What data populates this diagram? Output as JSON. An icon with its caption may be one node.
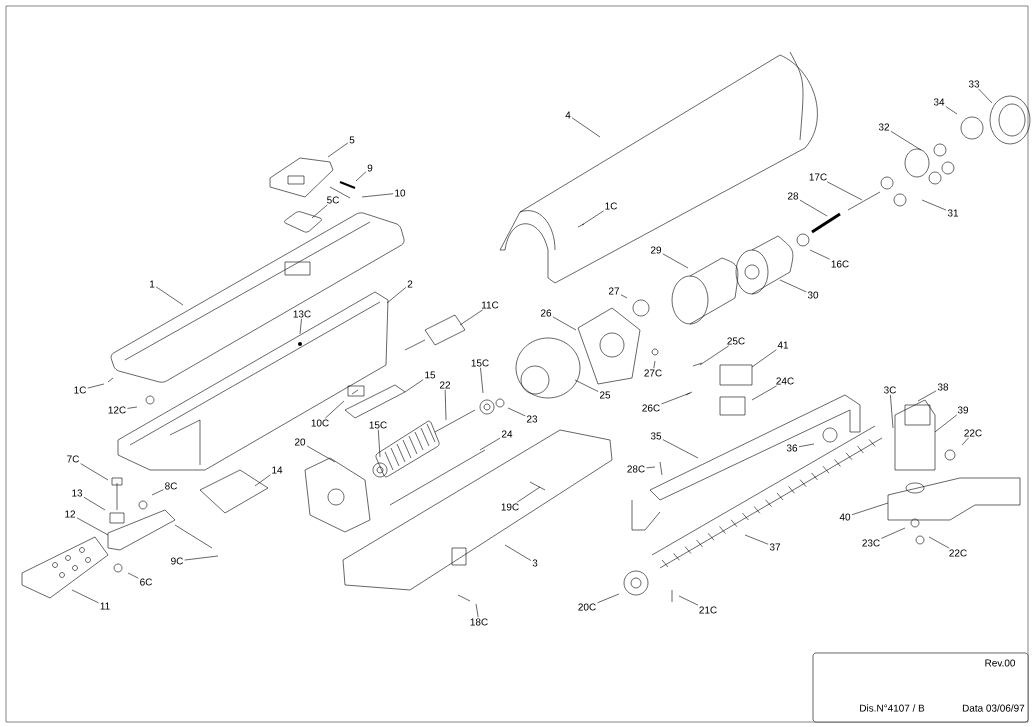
{
  "diagram": {
    "nodes": [
      {
        "text": [
          "33"
        ]
      },
      {
        "text": [
          "34"
        ]
      },
      {
        "text": [
          "4"
        ]
      },
      {
        "text": [
          "32"
        ]
      },
      {
        "text": [
          "5"
        ]
      },
      {
        "text": [
          "9"
        ]
      },
      {
        "text": [
          "17C"
        ]
      },
      {
        "text": [
          "10"
        ]
      },
      {
        "text": [
          "28"
        ]
      },
      {
        "text": [
          "5C"
        ]
      },
      {
        "text": [
          "1C"
        ]
      },
      {
        "text": [
          "31"
        ]
      },
      {
        "text": [
          "29"
        ]
      },
      {
        "text": [
          "16C"
        ]
      },
      {
        "text": [
          "1"
        ]
      },
      {
        "text": [
          "2"
        ]
      },
      {
        "text": [
          "27"
        ]
      },
      {
        "text": [
          "30"
        ]
      },
      {
        "text": [
          "11C"
        ]
      },
      {
        "text": [
          "26"
        ]
      },
      {
        "text": [
          "13C"
        ]
      },
      {
        "text": [
          "25C"
        ]
      },
      {
        "text": [
          "41"
        ]
      },
      {
        "text": [
          "15C"
        ]
      },
      {
        "text": [
          "27C"
        ]
      },
      {
        "text": [
          "15"
        ]
      },
      {
        "text": [
          "24C"
        ]
      },
      {
        "text": [
          "22"
        ]
      },
      {
        "text": [
          "38"
        ]
      },
      {
        "text": [
          "1C"
        ]
      },
      {
        "text": [
          "3C"
        ]
      },
      {
        "text": [
          "25"
        ]
      },
      {
        "text": [
          "26C"
        ]
      },
      {
        "text": [
          "12C"
        ]
      },
      {
        "text": [
          "39"
        ]
      },
      {
        "text": [
          "23"
        ]
      },
      {
        "text": [
          "10C"
        ]
      },
      {
        "text": [
          "15C"
        ]
      },
      {
        "text": [
          "22C"
        ]
      },
      {
        "text": [
          "24"
        ]
      },
      {
        "text": [
          "35"
        ]
      },
      {
        "text": [
          "20"
        ]
      },
      {
        "text": [
          "36"
        ]
      },
      {
        "text": [
          "7C"
        ]
      },
      {
        "text": [
          "28C"
        ]
      },
      {
        "text": [
          "14"
        ]
      },
      {
        "text": [
          "8C"
        ]
      },
      {
        "text": [
          "13"
        ]
      },
      {
        "text": [
          "19C"
        ]
      },
      {
        "text": [
          "12"
        ]
      },
      {
        "text": [
          "40"
        ]
      },
      {
        "text": [
          "23C"
        ]
      },
      {
        "text": [
          "37"
        ]
      },
      {
        "text": [
          "22C"
        ]
      },
      {
        "text": [
          "9C"
        ]
      },
      {
        "text": [
          "3"
        ]
      },
      {
        "text": [
          "6C"
        ]
      },
      {
        "text": [
          "11"
        ]
      },
      {
        "text": [
          "20C"
        ]
      },
      {
        "text": [
          "21C"
        ]
      },
      {
        "text": [
          "18C"
        ]
      }
    ],
    "edges": [
      {
        "from": 0,
        "to": null,
        "arrow": "none"
      },
      {
        "from": 1,
        "to": null,
        "arrow": "none"
      },
      {
        "from": 2,
        "to": null,
        "arrow": "none"
      },
      {
        "from": 3,
        "to": null,
        "arrow": "none"
      },
      {
        "from": 4,
        "to": null,
        "arrow": "none"
      },
      {
        "from": 5,
        "to": null,
        "arrow": "none"
      },
      {
        "from": 6,
        "to": null,
        "arrow": "none"
      },
      {
        "from": 7,
        "to": null,
        "arrow": "none"
      },
      {
        "from": 8,
        "to": null,
        "arrow": "none"
      },
      {
        "from": 9,
        "to": null,
        "arrow": "none"
      },
      {
        "from": 10,
        "to": null,
        "arrow": "none"
      },
      {
        "from": 11,
        "to": null,
        "arrow": "none"
      },
      {
        "from": 12,
        "to": null,
        "arrow": "none"
      },
      {
        "from": 13,
        "to": null,
        "arrow": "none"
      },
      {
        "from": 14,
        "to": null,
        "arrow": "none"
      },
      {
        "from": 15,
        "to": null,
        "arrow": "none"
      },
      {
        "from": 16,
        "to": null,
        "arrow": "none"
      },
      {
        "from": 17,
        "to": null,
        "arrow": "none"
      },
      {
        "from": 18,
        "to": null,
        "arrow": "none"
      },
      {
        "from": 19,
        "to": null,
        "arrow": "none"
      },
      {
        "from": 20,
        "to": null,
        "arrow": "none"
      },
      {
        "from": 21,
        "to": null,
        "arrow": "none"
      },
      {
        "from": 22,
        "to": null,
        "arrow": "none"
      },
      {
        "from": 23,
        "to": null,
        "arrow": "none"
      },
      {
        "from": 24,
        "to": null,
        "arrow": "none"
      },
      {
        "from": 25,
        "to": null,
        "arrow": "none"
      },
      {
        "from": 26,
        "to": null,
        "arrow": "none"
      },
      {
        "from": 27,
        "to": null,
        "arrow": "none"
      },
      {
        "from": 28,
        "to": null,
        "arrow": "none"
      },
      {
        "from": 29,
        "to": null,
        "arrow": "none"
      },
      {
        "from": 30,
        "to": null,
        "arrow": "none"
      },
      {
        "from": 31,
        "to": null,
        "arrow": "none"
      },
      {
        "from": 32,
        "to": null,
        "arrow": "none"
      },
      {
        "from": 33,
        "to": null,
        "arrow": "none"
      },
      {
        "from": 34,
        "to": null,
        "arrow": "none"
      },
      {
        "from": 35,
        "to": null,
        "arrow": "none"
      },
      {
        "from": 36,
        "to": null,
        "arrow": "none"
      },
      {
        "from": 37,
        "to": null,
        "arrow": "none"
      },
      {
        "from": 38,
        "to": null,
        "arrow": "none"
      },
      {
        "from": 39,
        "to": null,
        "arrow": "none"
      },
      {
        "from": 40,
        "to": null,
        "arrow": "none"
      },
      {
        "from": 41,
        "to": null,
        "arrow": "none"
      },
      {
        "from": 42,
        "to": null,
        "arrow": "none"
      },
      {
        "from": 43,
        "to": null,
        "arrow": "none"
      },
      {
        "from": 44,
        "to": null,
        "arrow": "none"
      },
      {
        "from": 45,
        "to": null,
        "arrow": "none"
      },
      {
        "from": 46,
        "to": null,
        "arrow": "none"
      },
      {
        "from": 47,
        "to": null,
        "arrow": "none"
      },
      {
        "from": 48,
        "to": null,
        "arrow": "none"
      },
      {
        "from": 49,
        "to": null,
        "arrow": "none"
      },
      {
        "from": 50,
        "to": null,
        "arrow": "none"
      },
      {
        "from": 51,
        "to": null,
        "arrow": "none"
      },
      {
        "from": 52,
        "to": null,
        "arrow": "none"
      },
      {
        "from": 53,
        "to": null,
        "arrow": "none"
      },
      {
        "from": 54,
        "to": null,
        "arrow": "none"
      },
      {
        "from": 55,
        "to": null,
        "arrow": "none"
      },
      {
        "from": 56,
        "to": null,
        "arrow": "none"
      },
      {
        "from": 57,
        "to": null,
        "arrow": "none"
      },
      {
        "from": 58,
        "to": null,
        "arrow": "none"
      },
      {
        "from": 59,
        "to": null,
        "arrow": "none"
      },
      {
        "from": 60,
        "to": null,
        "arrow": "none"
      }
    ],
    "labels": [
      "Rev.00",
      "Dis.N°4107 / B",
      "Data 03/06/97"
    ]
  }
}
